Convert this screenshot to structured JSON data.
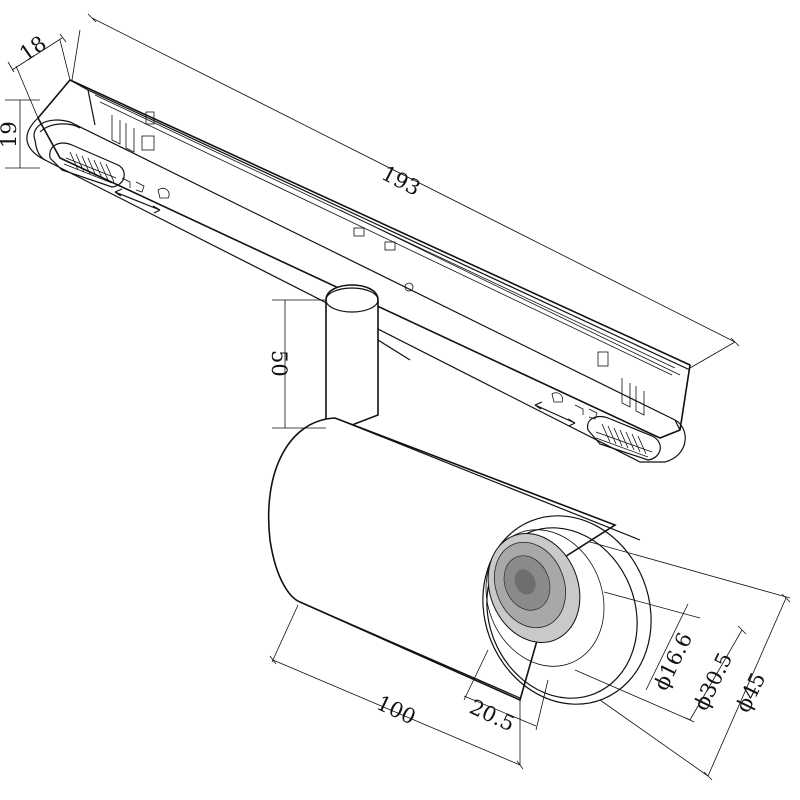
{
  "drawing": {
    "dimensions": {
      "rail_width": "18",
      "rail_height": "19",
      "rail_length": "193",
      "stem_height": "50",
      "body_length": "100",
      "lens_depth": "20.5",
      "lens_inner_dia": "ϕ16.6",
      "lens_outer_dia": "ϕ30.5",
      "body_dia": "ϕ45"
    }
  }
}
